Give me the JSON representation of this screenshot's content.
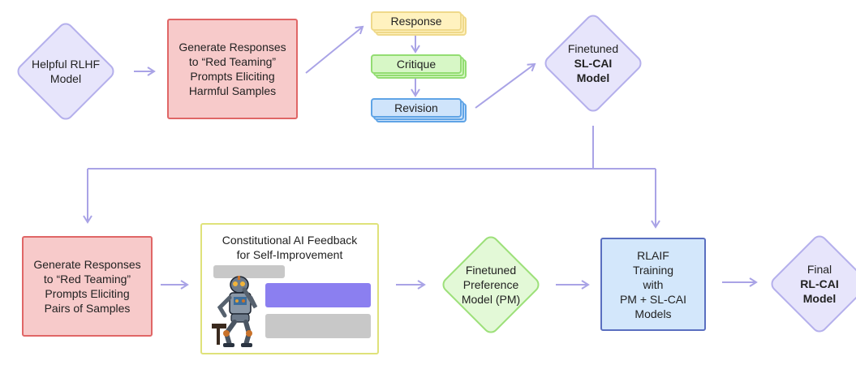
{
  "nodes": {
    "helpful_rlhf": {
      "line1": "Helpful RLHF",
      "line2": "Model"
    },
    "red_team_1": {
      "line1": "Generate Responses",
      "line2": "to “Red Teaming”",
      "line3": "Prompts Eliciting",
      "line4": "Harmful Samples"
    },
    "response": "Response",
    "critique": "Critique",
    "revision": "Revision",
    "sl_cai": {
      "line1": "Finetuned",
      "line2": "SL-CAI",
      "line3": "Model"
    },
    "red_team_2": {
      "line1": "Generate Responses",
      "line2": "to “Red Teaming”",
      "line3": "Prompts Eliciting",
      "line4": "Pairs of Samples"
    },
    "cai_feedback": {
      "line1": "Constitutional AI Feedback",
      "line2": "for Self-Improvement"
    },
    "pm": {
      "line1": "Finetuned",
      "line2": "Preference",
      "line3": "Model (PM)"
    },
    "rlaif": {
      "line1": "RLAIF",
      "line2": "Training",
      "line3": "with",
      "line4": "PM + SL-CAI",
      "line5": "Models"
    },
    "final": {
      "line1": "Final",
      "line2": "RL-CAI",
      "line3": "Model"
    }
  },
  "colors": {
    "arrow": "#a9a3e6",
    "diamond_fill": "#e7e5fb",
    "diamond_border": "#b5b0ec",
    "red_fill": "#f7caca",
    "red_border": "#e06666",
    "yellow_fill": "#fff2bf",
    "yellow_border": "#efd98a",
    "green_fill": "#d7f7c6",
    "green_border": "#93dd72",
    "blue_fill": "#cfe4fb",
    "blue_border": "#5fa4e6",
    "feedback_border": "#dfe27a",
    "bubble_gray": "#c8c8c8",
    "bubble_purple": "#8b7ff0",
    "rlaif_fill": "#d3e7fb",
    "rlaif_border": "#5a6fc0",
    "pm_fill": "#e3f9d7",
    "pm_border": "#9de07a"
  },
  "illustration": {
    "icon": "robot-thinker-icon"
  }
}
